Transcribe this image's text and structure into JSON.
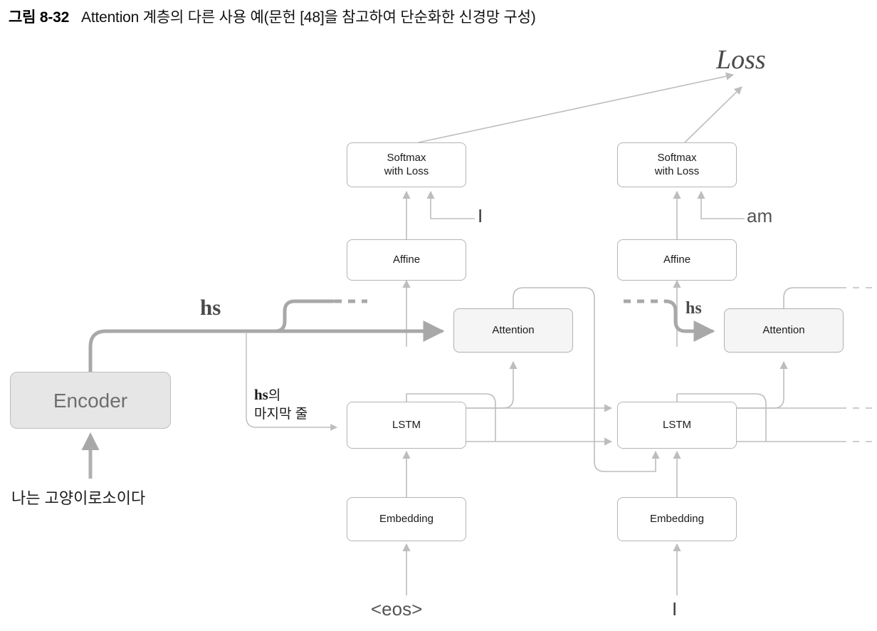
{
  "figure": {
    "caption_number": "그림 8-32",
    "caption_text": "Attention 계층의 다른 사용 예(문헌 [48]을 참고하여 단순화한 신경망 구성)"
  },
  "colors": {
    "wire": "#bdbdbd",
    "wire_thick": "#a8a8a8",
    "box_border": "#b4b4b4",
    "attention_fill": "#f4f5f4",
    "encoder_fill": "#e6e6e6",
    "text": "#1a1a1a",
    "muted_text": "#555555"
  },
  "labels": {
    "loss": "Loss",
    "hs_left": "hs",
    "hs_right": "hs",
    "hs_last_row_line1_bold": "hs",
    "hs_last_row_line1_rest": "의",
    "hs_last_row_line2": "마지막 줄",
    "encoder_input": "나는 고양이로소이다"
  },
  "nodes": {
    "encoder": {
      "label": "Encoder"
    },
    "columns": [
      {
        "id": "t0",
        "softmax": "Softmax\nwith Loss",
        "softmax_line1": "Softmax",
        "softmax_line2": "with Loss",
        "affine": "Affine",
        "attention": "Attention",
        "lstm": "LSTM",
        "embedding": "Embedding",
        "input_token": "<eos>",
        "target_token": "I"
      },
      {
        "id": "t1",
        "softmax": "Softmax\nwith Loss",
        "softmax_line1": "Softmax",
        "softmax_line2": "with Loss",
        "affine": "Affine",
        "attention": "Attention",
        "lstm": "LSTM",
        "embedding": "Embedding",
        "input_token": "I",
        "target_token": "am"
      }
    ]
  }
}
